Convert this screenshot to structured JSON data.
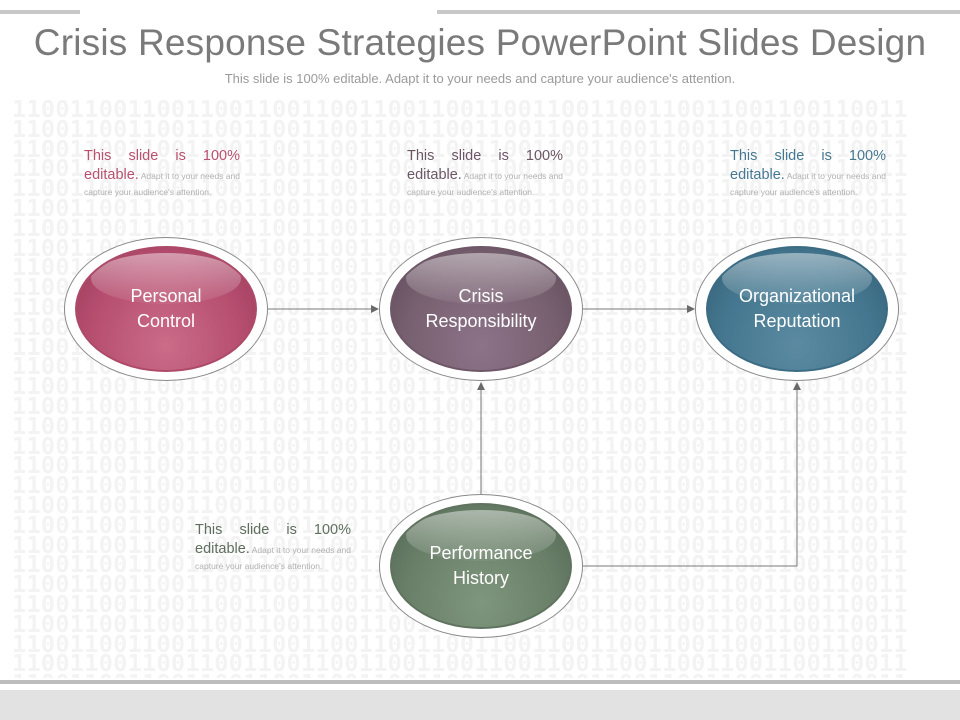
{
  "slide": {
    "title": "Crisis Response Strategies PowerPoint Slides Design",
    "subtitle": "This slide is 100% editable. Adapt it to your needs and capture your audience's attention.",
    "binary_row_a": "11001100110011001100110011001100110011001100110011001100110011",
    "binary_row_b": "11001100110011001100110011001100110011001100110011001100110011"
  },
  "nodes": [
    {
      "label_1": "Personal",
      "label_2": "Control",
      "color": "#b8506f"
    },
    {
      "label_1": "Crisis",
      "label_2": "Responsibility",
      "color": "#7a6272"
    },
    {
      "label_1": "Organizational",
      "label_2": "Reputation",
      "color": "#457890"
    },
    {
      "label_1": "Performance",
      "label_2": "History",
      "color": "#6a7f69"
    }
  ],
  "descriptions": [
    {
      "lead": "This slide is 100% editable.",
      "rest": "Adapt it to your needs and capture your audience's attention.",
      "color": "#b8506f"
    },
    {
      "lead": "This slide is 100% editable.",
      "rest": "Adapt it to your needs and capture your audience's attention.",
      "color": "#6b5666"
    },
    {
      "lead": "This slide is 100% editable.",
      "rest": "Adapt it to your needs and capture your audience's attention.",
      "color": "#457890"
    },
    {
      "lead": "This slide is 100% editable.",
      "rest": "Adapt it to your needs and capture your audience's attention.",
      "color": "#5e6f5d"
    }
  ]
}
